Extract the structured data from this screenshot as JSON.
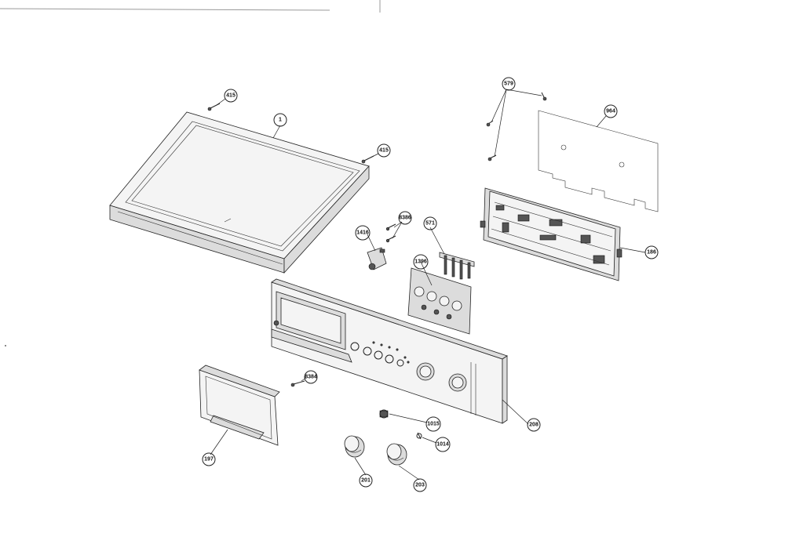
{
  "diagram": {
    "labels": {
      "415a": "415",
      "1": "1",
      "415b": "415",
      "579": "579",
      "964": "964",
      "1416": "1416",
      "8386": "8386",
      "571": "571",
      "1396": "1396",
      "186": "186",
      "8384": "8384",
      "197": "197",
      "208": "208",
      "1015": "1015",
      "1014": "1014",
      "201": "201",
      "203": "203"
    }
  }
}
